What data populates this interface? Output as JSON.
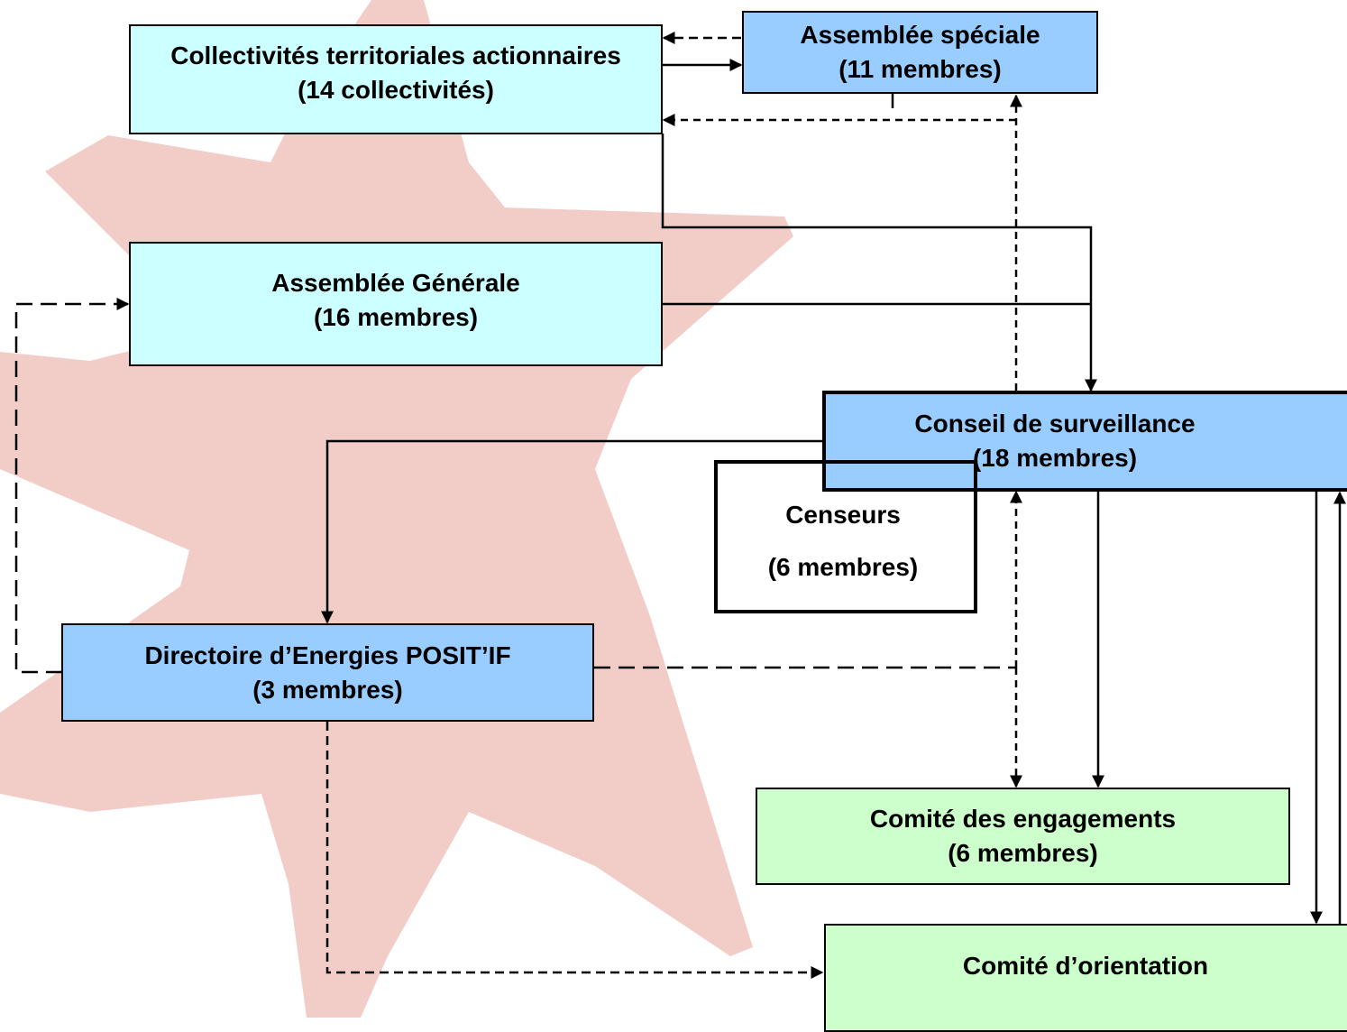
{
  "nodes": {
    "collectivites": {
      "title": "Collectivités territoriales actionnaires",
      "subtitle": "(14 collectivités)"
    },
    "assemblee_speciale": {
      "title": "Assemblée spéciale",
      "subtitle": "(11 membres)"
    },
    "assemblee_generale": {
      "title": "Assemblée Générale",
      "subtitle": "(16 membres)"
    },
    "conseil_surveillance": {
      "title": "Conseil de surveillance",
      "subtitle": "(18 membres)"
    },
    "censeurs": {
      "title": "Censeurs",
      "subtitle": "(6 membres)"
    },
    "directoire": {
      "title": "Directoire d’Energies POSIT’IF",
      "subtitle": "(3 membres)"
    },
    "comite_engagements": {
      "title": "Comité des engagements",
      "subtitle": "(6 membres)"
    },
    "comite_orientation": {
      "title": "Comité d’orientation"
    }
  },
  "colors": {
    "cyan_box": "#ccffff",
    "blue_box": "#99ccff",
    "green_box": "#ccffcc",
    "background_star": "#f2cdc8",
    "line": "#000000"
  }
}
